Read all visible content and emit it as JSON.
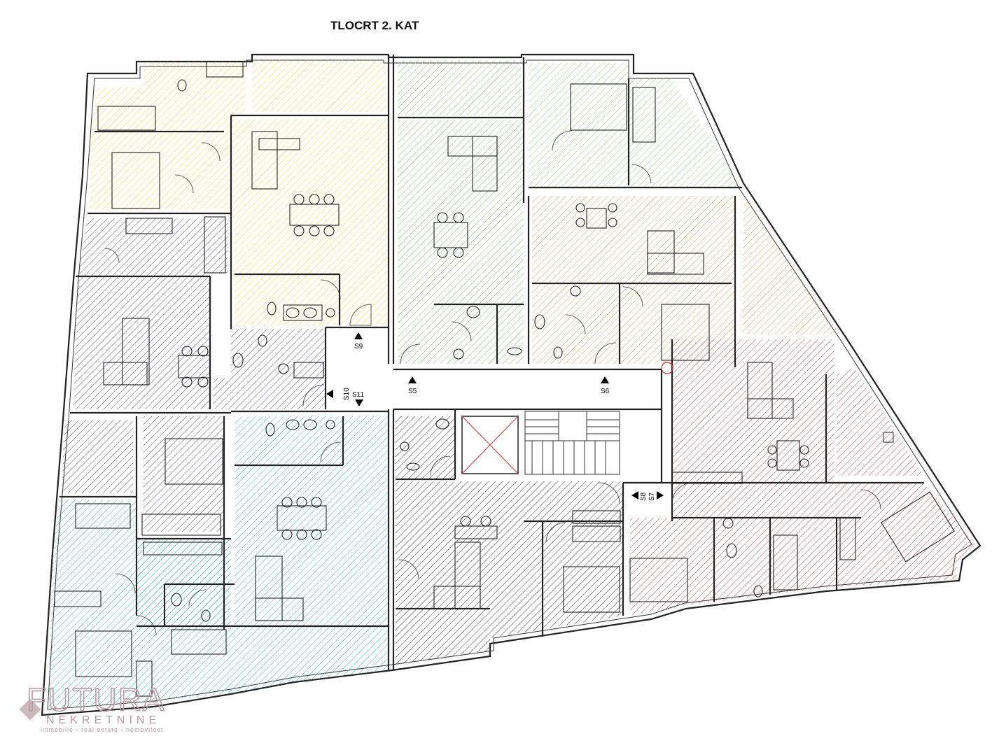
{
  "plan": {
    "title": "TLOCRT 2. KAT",
    "markers": {
      "s9": "S9",
      "s5": "S5",
      "s6": "S6",
      "s10": "S10",
      "s11": "S11",
      "s8": "S8",
      "s7": "S7"
    },
    "colors": {
      "yellow": "#e6dc3c",
      "green": "#7cc26a",
      "orange": "#e0a050",
      "dark_gray": "#555566",
      "red": "#d04545",
      "cyan": "#30b8c8",
      "black": "#333333",
      "light_green": "#9ad07a"
    }
  },
  "logo": {
    "name": "FUTURA",
    "subtitle": "NEKRETNINE",
    "tagline": "immobilie - real estate - nemovitost"
  }
}
